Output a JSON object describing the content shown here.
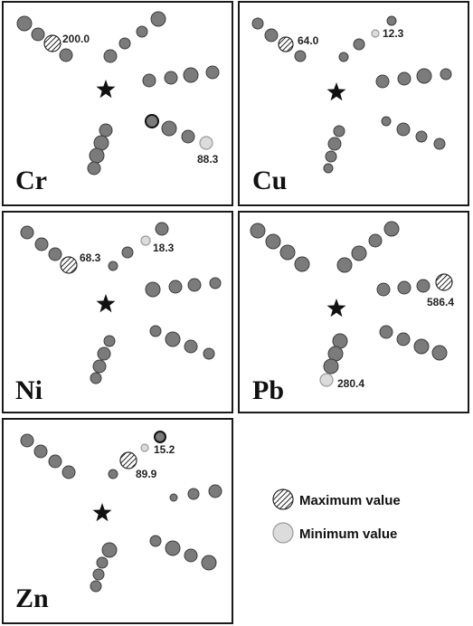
{
  "panels": [
    {
      "id": "cr",
      "element": "Cr",
      "max_value": "200.0",
      "min_value": "88.3"
    },
    {
      "id": "cu",
      "element": "Cu",
      "max_value": "64.0",
      "min_value": "12.3"
    },
    {
      "id": "ni",
      "element": "Ni",
      "max_value": "68.3",
      "min_value": "18.3"
    },
    {
      "id": "pb",
      "element": "Pb",
      "max_value": "586.4",
      "min_value": "280.4"
    },
    {
      "id": "zn",
      "element": "Zn",
      "max_value": "89.9",
      "min_value": "15.2"
    }
  ],
  "legend": {
    "max_label": "Maximum value",
    "min_label": "Minimum value"
  },
  "colors": {
    "sample_fill": "#7b7b7b",
    "min_fill": "#dcdcdc",
    "star": "#111111"
  }
}
